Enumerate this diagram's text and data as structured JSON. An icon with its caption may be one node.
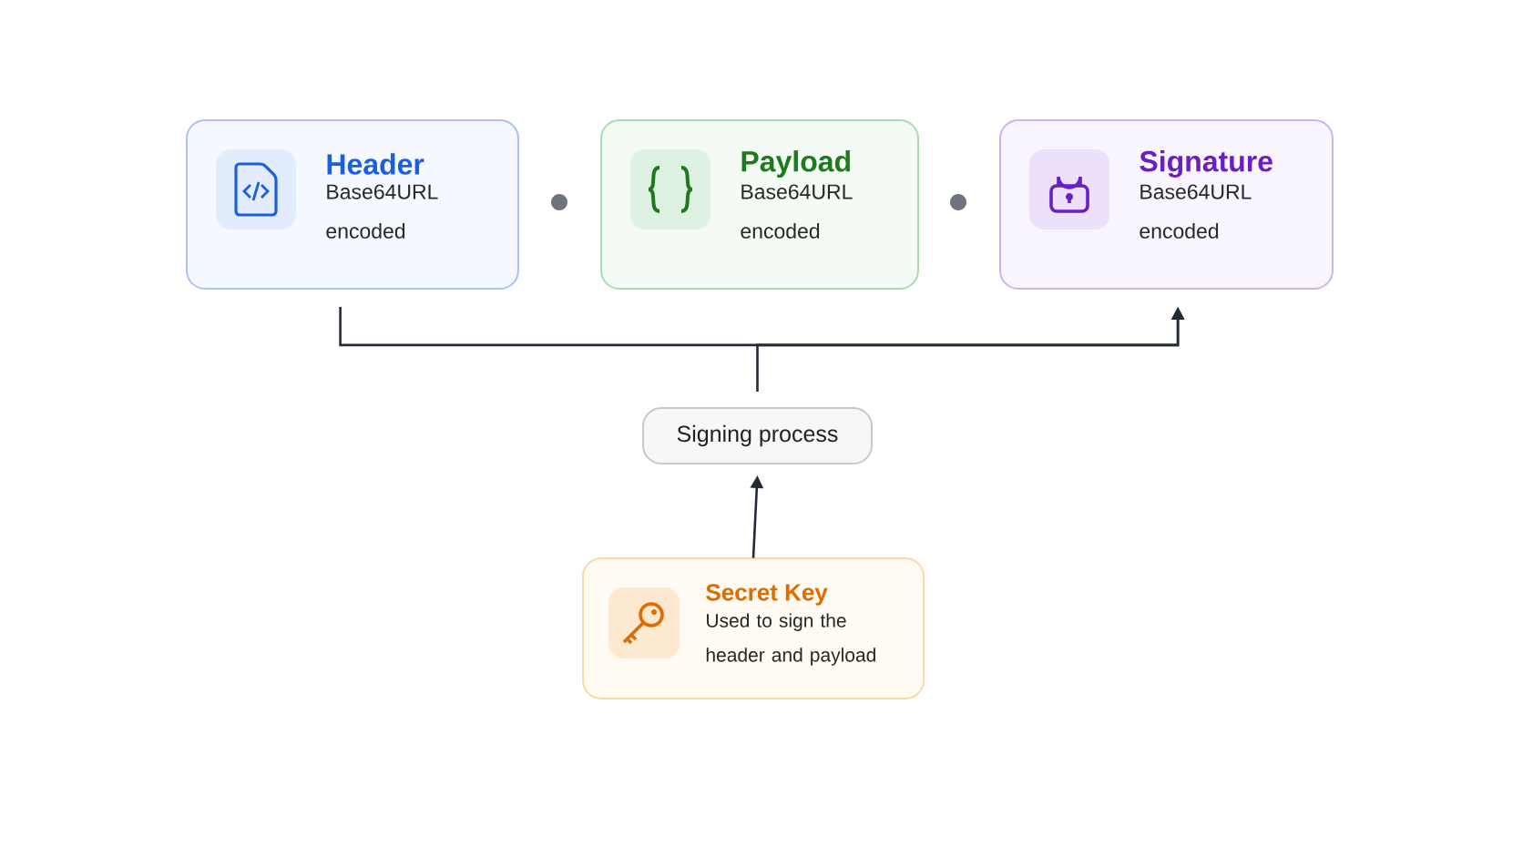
{
  "diagram": {
    "nodes": [
      {
        "text": [
          "Header",
          "Base64URL encoded"
        ]
      },
      {
        "text": [
          "Payload",
          "Base64URL encoded"
        ]
      },
      {
        "text": [
          "Signature",
          "Base64URL encoded"
        ]
      },
      {
        "text": [
          "Signing process"
        ]
      },
      {
        "text": [
          "Secret Key",
          "Used to sign the header and payload"
        ]
      }
    ],
    "edges": [
      {
        "from": 0,
        "to": 2,
        "arrow": "to"
      },
      {
        "from": 3,
        "to": 2,
        "arrow": "to"
      },
      {
        "from": 4,
        "to": 3,
        "arrow": "to"
      }
    ]
  }
}
